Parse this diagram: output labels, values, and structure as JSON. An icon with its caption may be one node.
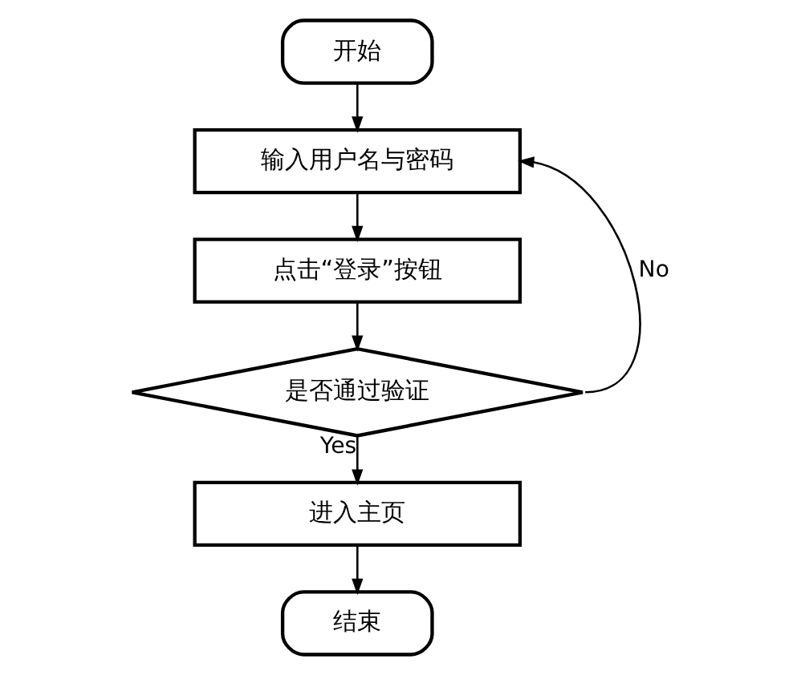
{
  "diagram": {
    "nodes": [
      {
        "text": [
          "开始"
        ]
      },
      {
        "text": [
          "输入用户名与密码"
        ]
      },
      {
        "text": [
          "点击“登录”按钮"
        ]
      },
      {
        "text": [
          "是否通过验证"
        ]
      },
      {
        "text": [
          "进入主页"
        ]
      },
      {
        "text": [
          "结束"
        ]
      }
    ],
    "edges": [
      {
        "from": 0,
        "to": 1,
        "arrow": "to"
      },
      {
        "from": 1,
        "to": 2,
        "arrow": "to"
      },
      {
        "from": 2,
        "to": 3,
        "arrow": "to"
      },
      {
        "from": 3,
        "to": 4,
        "arrow": "to",
        "label": "Yes"
      },
      {
        "from": 3,
        "to": 1,
        "arrow": "to",
        "label": "No"
      },
      {
        "from": 4,
        "to": 5,
        "arrow": "to"
      }
    ]
  }
}
